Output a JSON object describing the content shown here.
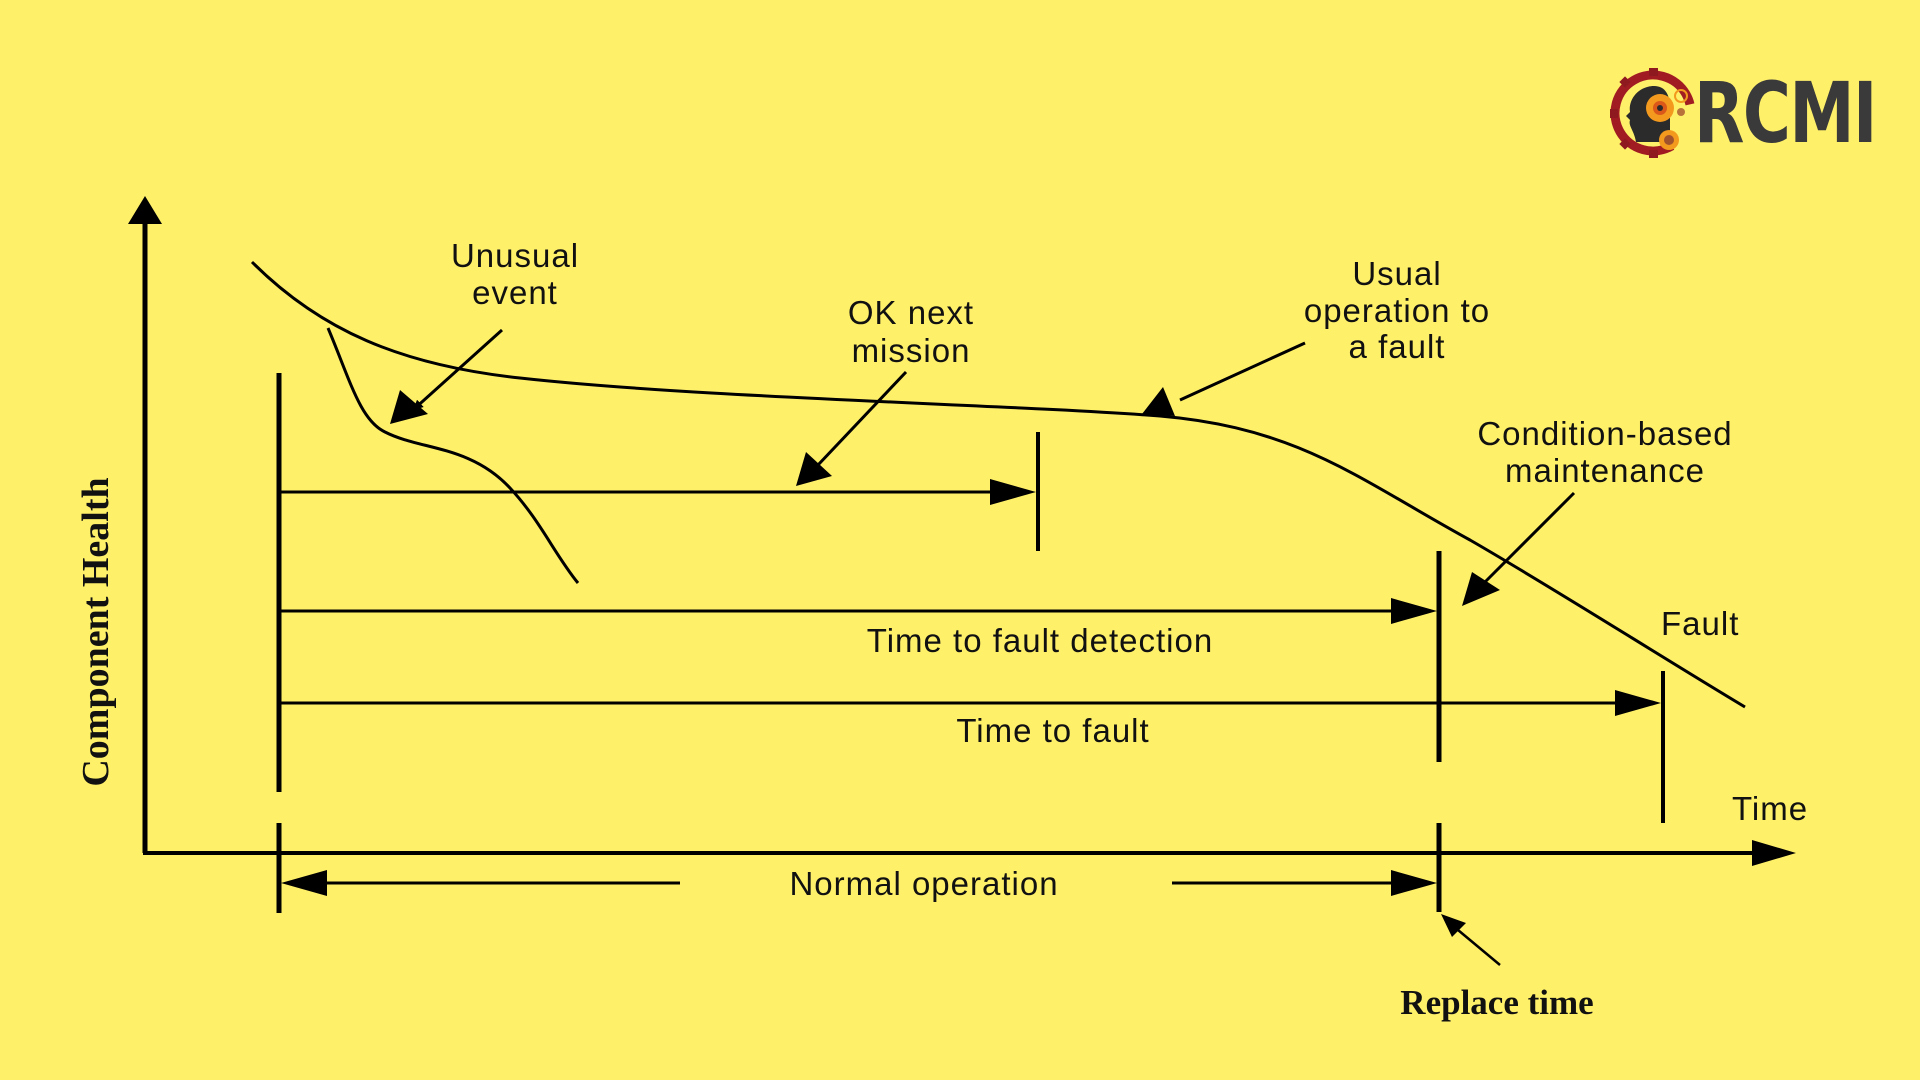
{
  "logo": {
    "text": "RCMI",
    "icon": "gear-head-icon",
    "colors": {
      "ring": "#a01c22",
      "gear": "#f39a1e",
      "text": "#3a3a3a"
    }
  },
  "background": "#fff06a",
  "diagram": {
    "y_axis_label": "Component Health",
    "x_axis_label": "Time",
    "annotations": {
      "unusual_event_1": "Unusual",
      "unusual_event_2": "event",
      "ok_next_mission_1": "OK next",
      "ok_next_mission_2": "mission",
      "usual_operation_1": "Usual",
      "usual_operation_2": "operation to",
      "usual_operation_3": "a fault",
      "cbm_1": "Condition-based",
      "cbm_2": "maintenance",
      "fault": "Fault",
      "time_to_fault_detection": "Time to fault detection",
      "time_to_fault": "Time to fault",
      "normal_operation": "Normal operation",
      "replace_time": "Replace time"
    }
  }
}
